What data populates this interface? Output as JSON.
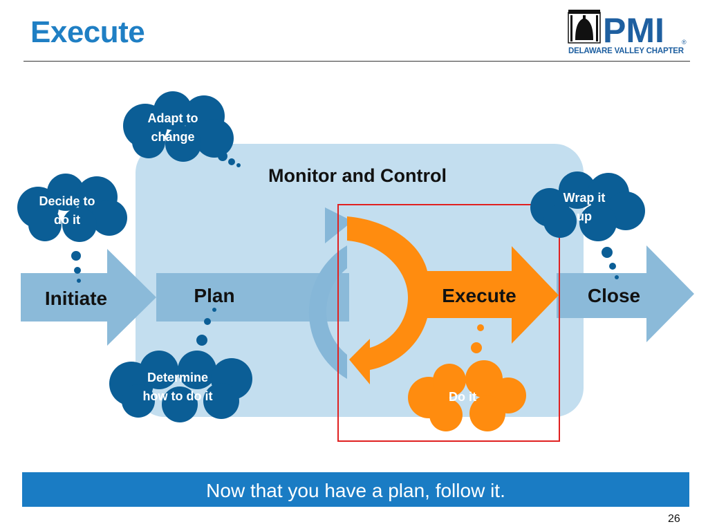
{
  "header": {
    "title": "Execute",
    "logo_text": "PMI",
    "logo_subtitle": "DELAWARE VALLEY CHAPTER",
    "logo_registered": "®"
  },
  "diagram": {
    "monitor_label": "Monitor and Control",
    "phases": {
      "initiate": "Initiate",
      "plan": "Plan",
      "execute": "Execute",
      "close": "Close"
    },
    "thoughts": {
      "adapt": [
        "Adapt to",
        "change"
      ],
      "decide": [
        "Decide to",
        "do it"
      ],
      "wrap": [
        "Wrap it",
        "up"
      ],
      "determine": [
        "Determine",
        "how to do it"
      ],
      "doit": [
        "Do it"
      ]
    },
    "highlighted_phase": "Execute"
  },
  "colors": {
    "title_blue": "#1f7fc4",
    "arrow_blue": "#8bbad9",
    "panel_blue": "#c3deef",
    "cloud_blue": "#0b5e96",
    "orange": "#ff8c0f",
    "highlight_red": "#e02020",
    "banner_blue": "#1a7cc4"
  },
  "footer": {
    "banner_text": "Now that you have a plan, follow it.",
    "page_number": "26"
  }
}
